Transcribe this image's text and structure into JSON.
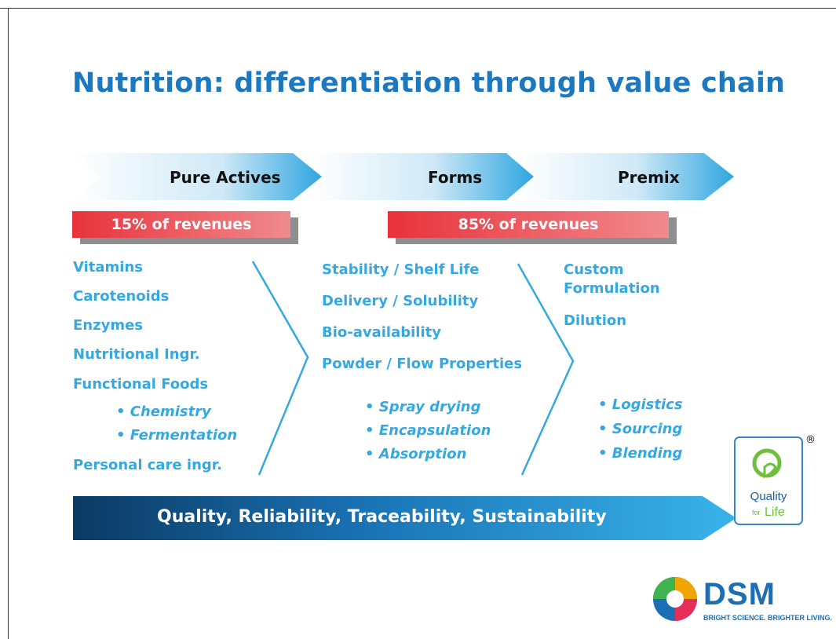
{
  "title": "Nutrition: differentiation through value chain",
  "stages": [
    "Pure Actives",
    "Forms",
    "Premix"
  ],
  "revenue_boxes": [
    "15% of revenues",
    "85% of revenues"
  ],
  "left_list": [
    "Vitamins",
    "Carotenoids",
    "Enzymes",
    "Nutritional Ingr.",
    "Functional Foods"
  ],
  "left_bullets": [
    "• Chemistry",
    "• Fermentation"
  ],
  "left_last": "Personal care ingr.",
  "middle_list": [
    "Stability / Shelf Life",
    "Delivery / Solubility",
    "Bio-availability",
    "Powder / Flow Properties"
  ],
  "middle_bullets": [
    "• Spray drying",
    "• Encapsulation",
    "• Absorption"
  ],
  "right_list": [
    "Custom",
    "Formulation",
    "Dilution"
  ],
  "right_bullets": [
    "• Logistics",
    "• Sourcing",
    "• Blending"
  ],
  "bottom_banner": "Quality, Reliability, Traceability, Sustainability",
  "quality_logo": {
    "line1": "Quality",
    "line2_small": "for",
    "line2": "Life",
    "registered": "®"
  },
  "brand": {
    "name": "DSM",
    "tagline": "BRIGHT SCIENCE. BRIGHTER LIVING."
  },
  "colors": {
    "title": "#1c79bf",
    "accent": "#35a8e0",
    "revenue_red": "#e8323b",
    "banner_dark": "#0d3d66"
  }
}
